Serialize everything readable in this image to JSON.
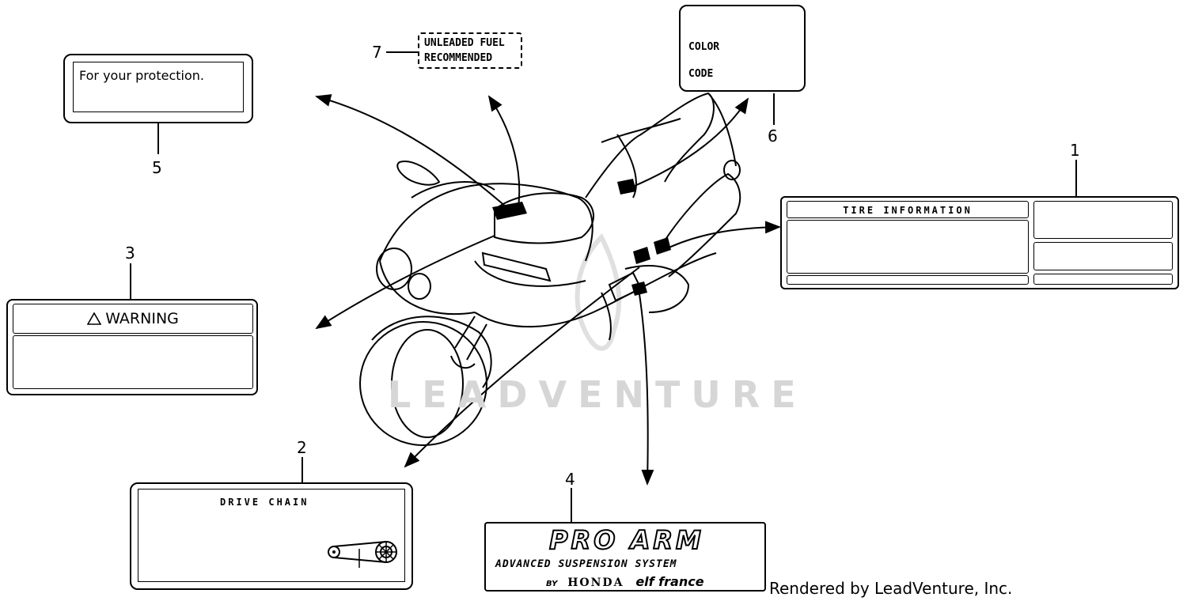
{
  "callouts": {
    "c1": "1",
    "c2": "2",
    "c3": "3",
    "c4": "4",
    "c5": "5",
    "c6": "6",
    "c7": "7"
  },
  "labels": {
    "protection": "For your protection.",
    "fuel_line1": "UNLEADED FUEL",
    "fuel_line2": "RECOMMENDED",
    "color": "COLOR",
    "code": "CODE",
    "tire": "TIRE INFORMATION",
    "warning": "WARNING",
    "drive_chain": "DRIVE CHAIN",
    "pro_arm": "PRO ARM",
    "suspension": "ADVANCED SUSPENSION SYSTEM",
    "by": "BY",
    "honda": "HONDA",
    "elf": "elf france"
  },
  "watermark": "LEADVENTURE",
  "credit": "Rendered by LeadVenture, Inc.",
  "icons": {
    "warning": "warning-triangle-icon",
    "sprocket": "drive-chain-sprocket-icon"
  }
}
